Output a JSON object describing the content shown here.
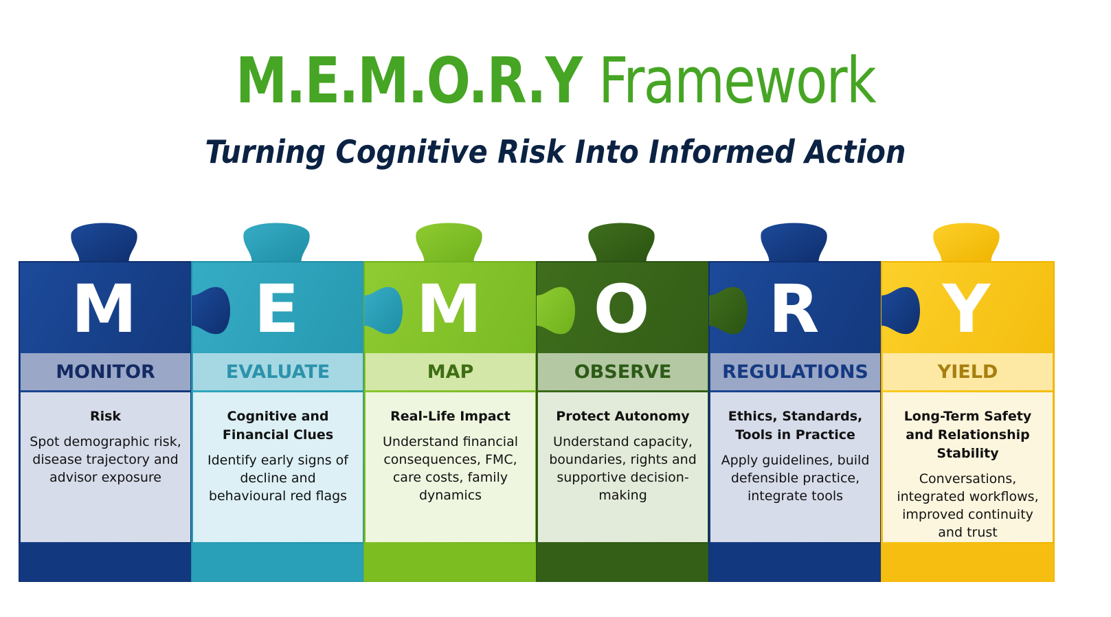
{
  "title": {
    "main": "M.E.M.O.R.Y",
    "rest": "Framework"
  },
  "subtitle": "Turning Cognitive Risk Into Informed Action",
  "columns": [
    {
      "letter": "M",
      "heading": "MONITOR",
      "subheading": "Risk",
      "description": "Spot demographic risk, disease trajectory and advisor exposure",
      "colors": {
        "dark": "#0f2f6e",
        "mid": "#1c4a9a",
        "band": "#9aa7c6",
        "headText": "#132a63",
        "body": "#d7dcea",
        "base": "#12387f"
      }
    },
    {
      "letter": "E",
      "heading": "EVALUATE",
      "subheading": "Cognitive and Financial Clues",
      "description": "Identify early signs of decline and behavioural red flags",
      "colors": {
        "dark": "#1e8fa6",
        "mid": "#36acc4",
        "band": "#a6d8e4",
        "headText": "#2c93ab",
        "body": "#dcf0f5",
        "base": "#2a9fb8"
      }
    },
    {
      "letter": "M",
      "heading": "MAP",
      "subheading": "Real-Life Impact",
      "description": "Understand financial consequences, FMC, care costs, family dynamics",
      "colors": {
        "dark": "#6fb11c",
        "mid": "#8fcb32",
        "band": "#d3e7a8",
        "headText": "#3f6e14",
        "body": "#eef6df",
        "base": "#7cbd22"
      }
    },
    {
      "letter": "O",
      "heading": "OBSERVE",
      "subheading": "Protect Autonomy",
      "description": "Understand capacity, boundaries, rights and supportive decision-making",
      "colors": {
        "dark": "#2b5412",
        "mid": "#3f6e1d",
        "band": "#b4c8a3",
        "headText": "#2d5a17",
        "body": "#e2ebd9",
        "base": "#335f17"
      }
    },
    {
      "letter": "R",
      "heading": "REGULATIONS",
      "subheading": "Ethics, Standards, Tools in Practice",
      "description": "Apply guidelines, build defensible practice, integrate tools",
      "colors": {
        "dark": "#0f2f6e",
        "mid": "#1c4a9a",
        "band": "#9aa7c6",
        "headText": "#163a82",
        "body": "#d7dcea",
        "base": "#12387f"
      }
    },
    {
      "letter": "Y",
      "heading": "YIELD",
      "subheading": "Long-Term Safety and Relationship Stability",
      "description": "Conversations, integrated workflows, improved continuity and trust",
      "colors": {
        "dark": "#f0b400",
        "mid": "#fcd02a",
        "band": "#fde8a4",
        "headText": "#a77f0e",
        "body": "#fdf6de",
        "base": "#f7be12"
      }
    }
  ]
}
